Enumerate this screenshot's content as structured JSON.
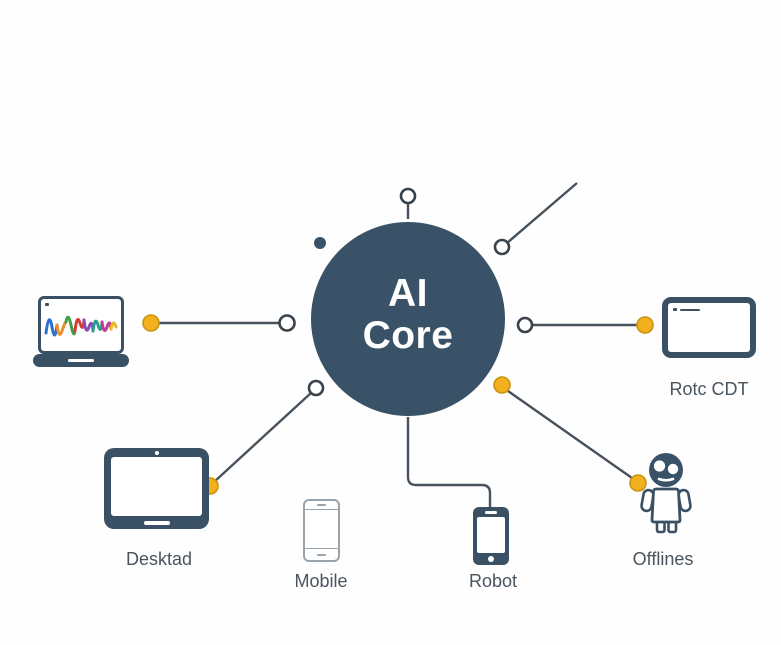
{
  "core": {
    "title_line1": "AI",
    "title_line2": "Core"
  },
  "nodes": {
    "tablet": {
      "label": "Desktad"
    },
    "mobile": {
      "label": "Mobile"
    },
    "smartphone": {
      "label": "Robot"
    },
    "monitor": {
      "label": "Rotc CDT"
    },
    "robot": {
      "label": "Offlines"
    }
  },
  "icons": {
    "laptop": "laptop-with-waveform-chart",
    "tablet": "tablet-device",
    "mobile": "outline-smartphone",
    "smartphone": "dark-smartphone",
    "monitor": "monitor-screen",
    "robot": "robot-character"
  },
  "colors": {
    "core_fill": "#3A5268",
    "device_fill": "#3A5064",
    "accent_yellow": "#F2B01E",
    "connector_line": "#47525C",
    "label_text": "#49545E",
    "mobile_outline": "#99A3AC",
    "wave_palette": [
      "#2E6FD0",
      "#E8912C",
      "#3FA04C",
      "#D03F3A",
      "#8E49B8",
      "#2A9D8F",
      "#C33B95",
      "#E8B62C"
    ]
  }
}
